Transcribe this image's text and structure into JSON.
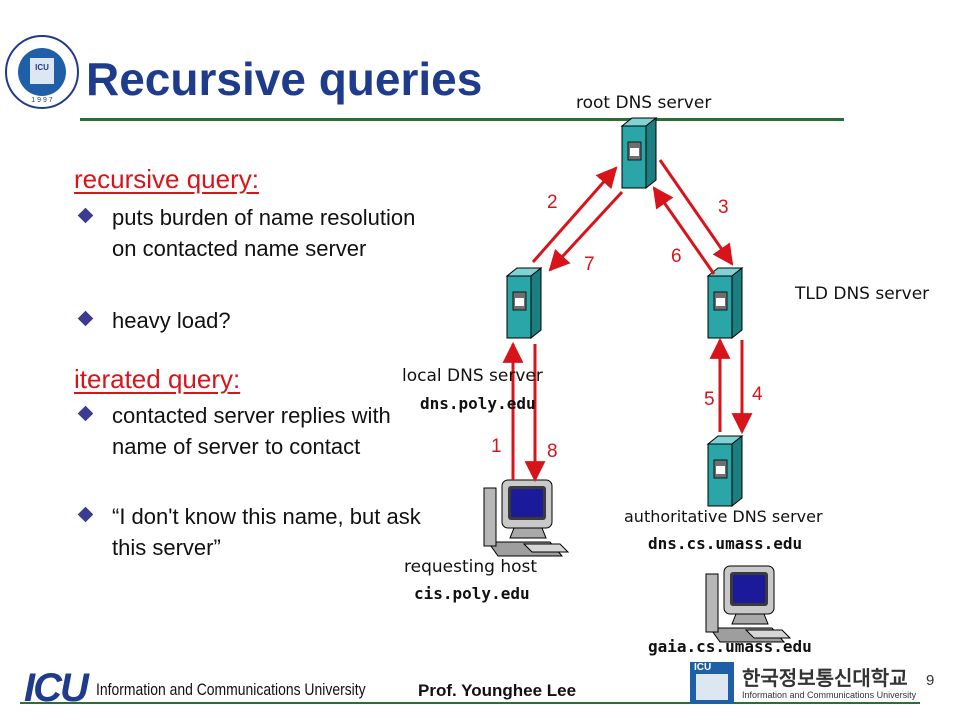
{
  "slide": {
    "title": "Recursive queries",
    "page_number": "9"
  },
  "left": {
    "sections": [
      {
        "heading": "recursive query:",
        "bullets": [
          "puts burden of name resolution on contacted name server",
          "heavy load?"
        ]
      },
      {
        "heading": "iterated query:",
        "bullets": [
          "contacted server replies with name of server to contact",
          "“I don't know this name, but ask this server”"
        ]
      }
    ]
  },
  "diagram": {
    "root_server_label": "root DNS server",
    "tld_server_label": "TLD DNS server",
    "local_server_label": "local DNS server",
    "local_server_host": "dns.poly.edu",
    "auth_server_label": "authoritative DNS server",
    "auth_server_host": "dns.cs.umass.edu",
    "requesting_host_label": "requesting host",
    "requesting_host_name": "cis.poly.edu",
    "target_host_name": "gaia.cs.umass.edu",
    "steps": [
      "1",
      "2",
      "3",
      "4",
      "5",
      "6",
      "7",
      "8"
    ],
    "arrow_color": "#d8141b"
  },
  "footer": {
    "left_logo_text": "ICU",
    "university_name": "Information and Communications University",
    "author": "Prof. Younghee Lee",
    "right_logo_korean": "한국정보통신대학교",
    "right_logo_english": "Information and Communications University",
    "right_logo_badge": "ICU"
  },
  "top_logo": {
    "ring_text": "Information and Communications University",
    "year": "1997",
    "badge": "ICU"
  },
  "colors": {
    "title": "#1f3b8c",
    "accent_red": "#d8141b",
    "rule_green": "#2b6e3a",
    "server_teal": "#2aa5a8"
  }
}
